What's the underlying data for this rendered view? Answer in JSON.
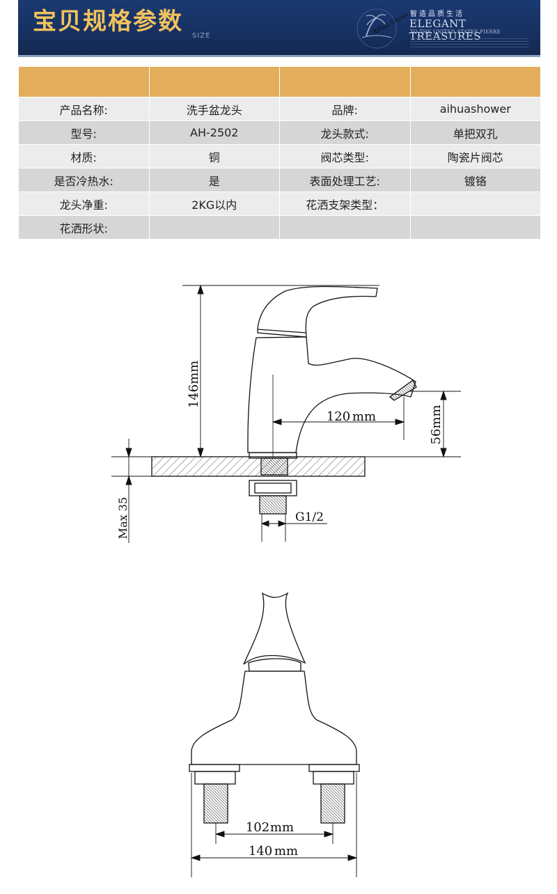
{
  "header": {
    "title": "宝贝规格参数",
    "size_label": "SIZE",
    "tagline_cn": "智造品质生活",
    "tagline_en": "ELEGANT TREASURES",
    "tagline_en_sub": "TO THE UNITED STATES PIERRE",
    "logo_text": "Aihua Shower"
  },
  "spec_table": {
    "header_cells": [
      "",
      "",
      "",
      ""
    ],
    "rows": [
      [
        "产品名称:",
        "洗手盆龙头",
        "品牌:",
        "aihuashower"
      ],
      [
        "型号:",
        "AH-2502",
        "龙头款式:",
        "单把双孔"
      ],
      [
        "材质:",
        "铜",
        "阀芯类型:",
        "陶瓷片阀芯"
      ],
      [
        "是否冷热水:",
        "是",
        "表面处理工艺:",
        "镀铬"
      ],
      [
        "龙头净重:",
        "2KG以内",
        "花洒支架类型：",
        ""
      ],
      [
        "花洒形状:",
        "",
        "",
        ""
      ]
    ]
  },
  "side_drawing": {
    "height_dim": "146mm",
    "spout_dim_value": "120",
    "spout_dim_unit": "mm",
    "outlet_dim": "56mm",
    "max_dim": "Max 35",
    "thread_dim": "G1/2"
  },
  "front_drawing": {
    "inner_dim_value": "102",
    "inner_dim_unit": "mm",
    "outer_dim_value": "140",
    "outer_dim_unit": "mm"
  }
}
